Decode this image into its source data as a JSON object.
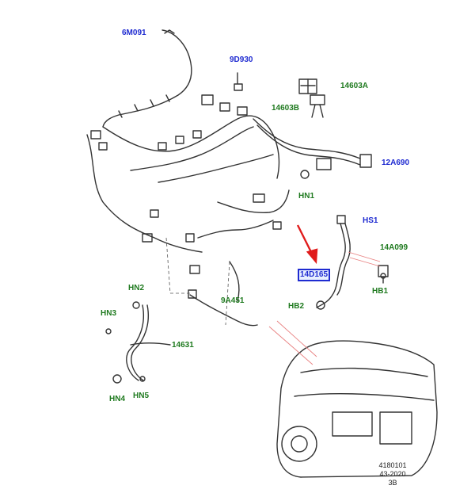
{
  "callouts": {
    "c6M091": "6M091",
    "c9D930": "9D930",
    "c14603A": "14603A",
    "c14603B": "14603B",
    "c12A690": "12A690",
    "cHN1": "HN1",
    "cHS1": "HS1",
    "c14A099": "14A099",
    "c14D165": "14D165",
    "cHB1": "HB1",
    "cHB2": "HB2",
    "cHN2": "HN2",
    "c9A451": "9A451",
    "cHN3": "HN3",
    "c14631": "14631",
    "cHN4": "HN4",
    "cHN5": "HN5"
  },
  "reference": {
    "line1": "4180101",
    "line2": "43-2020",
    "line3": "3B"
  },
  "colors": {
    "blue_label": "#1f2bd1",
    "green_label": "#1f7a1f",
    "arrow": "#e01b1b",
    "leader_red": "#e88080"
  }
}
